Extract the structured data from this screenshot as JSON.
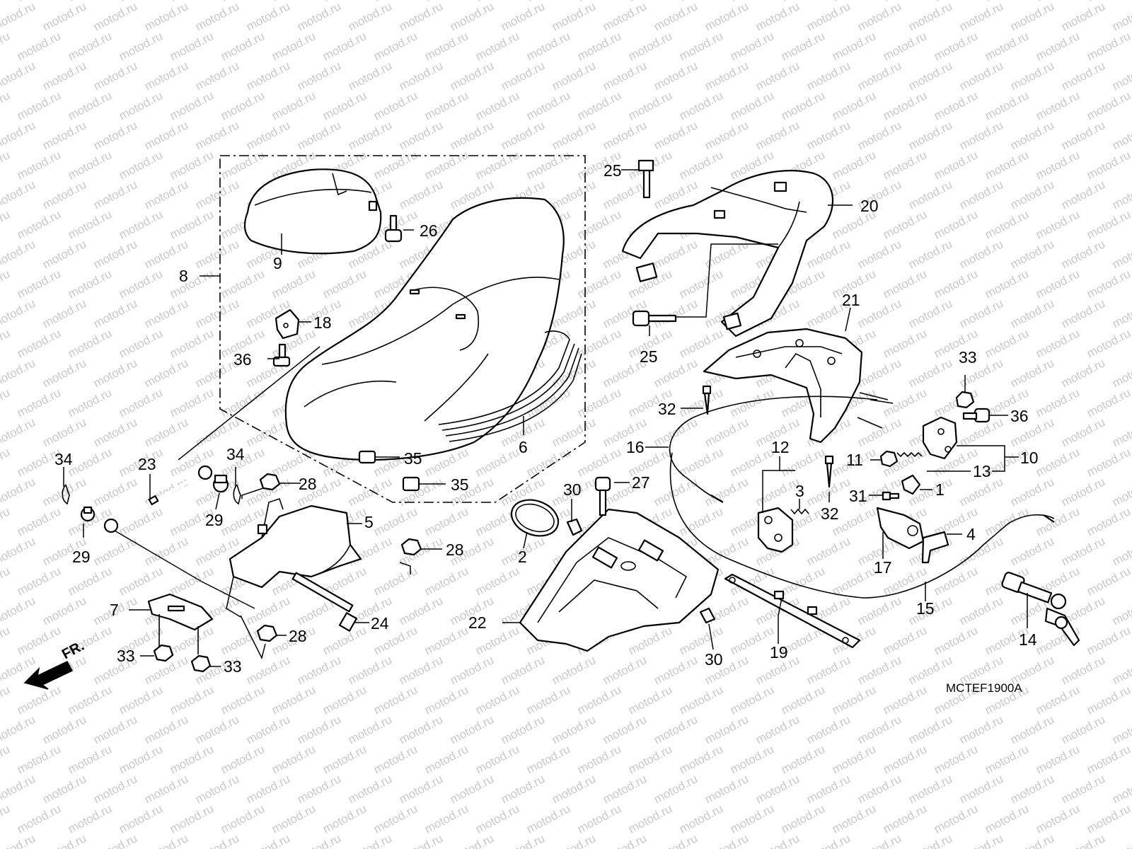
{
  "watermark": {
    "text": "motod.ru",
    "color": "#c9c9c9"
  },
  "diagram": {
    "code": "MCTEF1900A",
    "direction_label": "FR.",
    "callouts": {
      "c1": "1",
      "c2": "2",
      "c3": "3",
      "c4": "4",
      "c5": "5",
      "c6": "6",
      "c7": "7",
      "c8": "8",
      "c9": "9",
      "c10": "10",
      "c11": "11",
      "c12": "12",
      "c13": "13",
      "c14": "14",
      "c15": "15",
      "c16": "16",
      "c17": "17",
      "c18": "18",
      "c19": "19",
      "c20": "20",
      "c21": "21",
      "c22": "22",
      "c23": "23",
      "c24": "24",
      "c25a": "25",
      "c25b": "25",
      "c26": "26",
      "c27": "27",
      "c28a": "28",
      "c28b": "28",
      "c28c": "28",
      "c29a": "29",
      "c29b": "29",
      "c30a": "30",
      "c30b": "30",
      "c31": "31",
      "c32a": "32",
      "c32b": "32",
      "c33a": "33",
      "c33b": "33",
      "c33c": "33",
      "c34a": "34",
      "c34b": "34",
      "c35a": "35",
      "c35b": "35",
      "c36a": "36",
      "c36b": "36"
    }
  }
}
